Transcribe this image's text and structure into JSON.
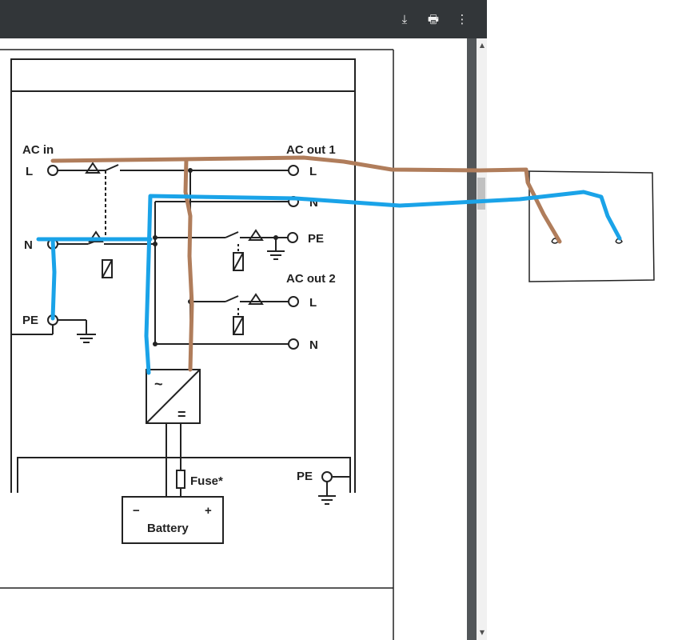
{
  "toolbar": {
    "download_icon": "download-icon",
    "print_icon": "print-icon",
    "more_icon": "more-vert-icon",
    "download_glyph": "⤓",
    "print_glyph": "🖶",
    "more_glyph": "⋮"
  },
  "scrollbar": {
    "up": "▲",
    "down": "▼"
  },
  "diagram": {
    "ac_in": "AC in",
    "ac_in_l": "L",
    "ac_in_n": "N",
    "ac_in_pe": "PE",
    "ac_out1": "AC out 1",
    "ac_out1_l": "L",
    "ac_out1_n": "N",
    "ac_out1_pe": "PE",
    "ac_out2": "AC out 2",
    "ac_out2_l": "L",
    "ac_out2_n": "N",
    "fuse": "Fuse*",
    "battery": "Battery",
    "battery_minus": "−",
    "battery_plus": "+",
    "pe_bottom": "PE",
    "inverter_ac": "~",
    "inverter_dc": "="
  },
  "colors": {
    "toolbar_bg": "#323639",
    "wire_brown": "#b07d5b",
    "wire_blue": "#1aa3e8",
    "line": "#222222"
  }
}
